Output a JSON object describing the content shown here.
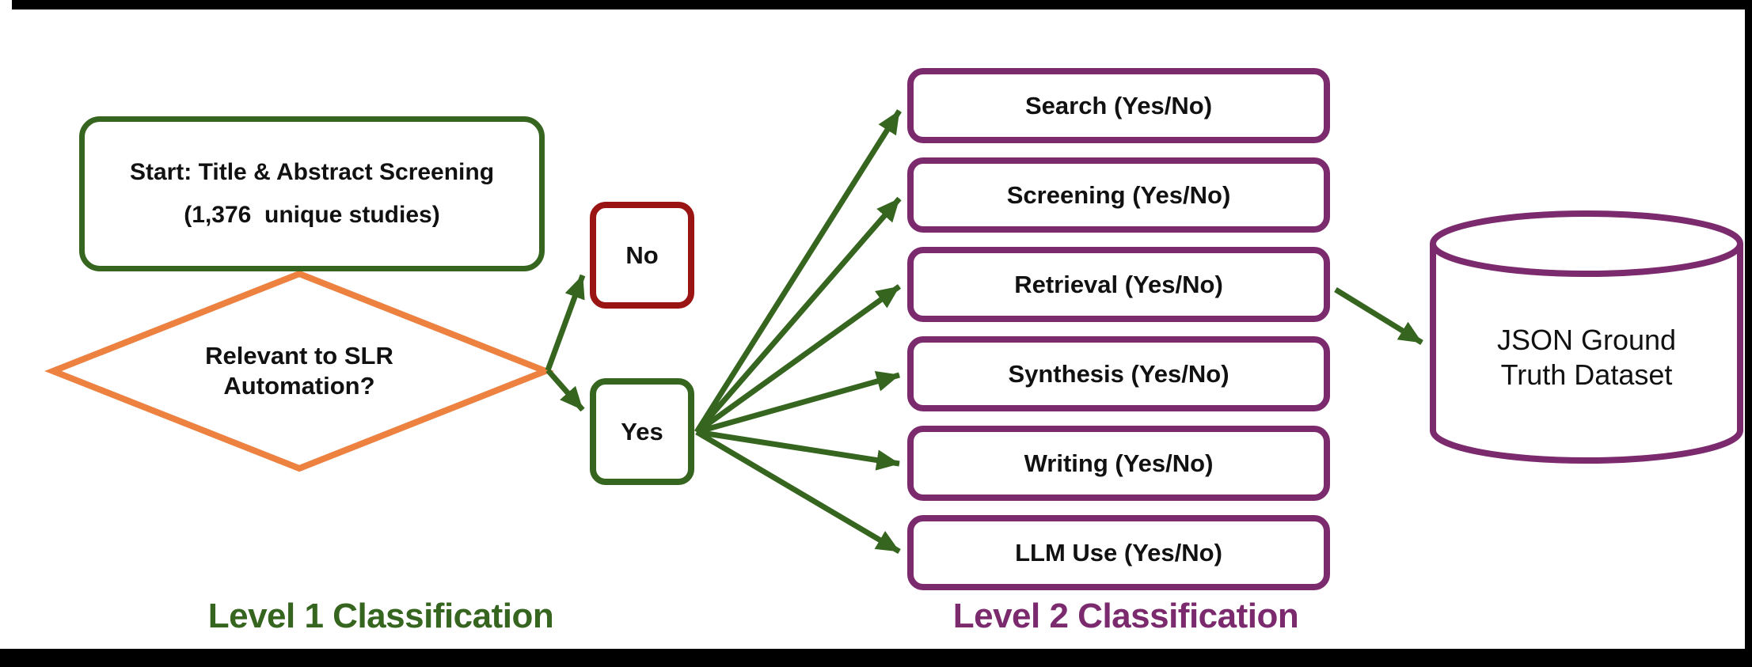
{
  "level1": {
    "label": "Level 1 Classification",
    "start_box": {
      "line1": "Start: Title & Abstract Screening",
      "line2": "(1,376  unique studies)"
    },
    "decision": {
      "line1": "Relevant to SLR",
      "line2": "Automation?"
    },
    "no_label": "No",
    "yes_label": "Yes"
  },
  "level2": {
    "label": "Level 2 Classification",
    "categories": [
      "Search (Yes/No)",
      "Screening (Yes/No)",
      "Retrieval (Yes/No)",
      "Synthesis (Yes/No)",
      "Writing (Yes/No)",
      "LLM Use (Yes/No)"
    ]
  },
  "output": {
    "dataset_line1": "JSON Ground",
    "dataset_line2": "Truth Dataset"
  },
  "colors": {
    "green": "#35651e",
    "orange": "#ec8140",
    "dark_red": "#9a1414",
    "purple": "#7c2a6e",
    "bar_black": "#000000"
  }
}
